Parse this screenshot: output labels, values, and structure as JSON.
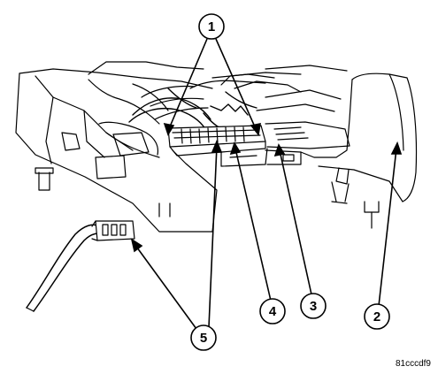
{
  "callouts": [
    {
      "id": "1",
      "label": "1"
    },
    {
      "id": "2",
      "label": "2"
    },
    {
      "id": "3",
      "label": "3"
    },
    {
      "id": "4",
      "label": "4"
    },
    {
      "id": "5",
      "label": "5"
    }
  ],
  "figure_id": "81cccdf9",
  "colors": {
    "line": "#000000",
    "background": "#ffffff",
    "fill": "#ffffff",
    "shade": "#d9d9d9"
  }
}
